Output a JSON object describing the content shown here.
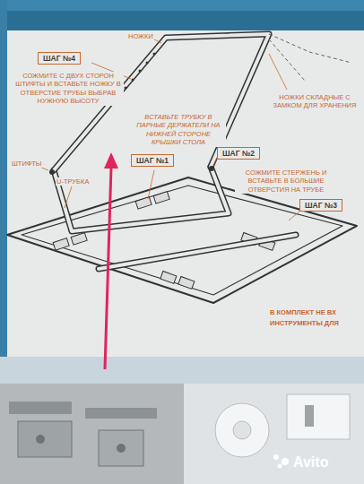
{
  "diagram": {
    "nodes": [
      {
        "text": [
          "ШАГ №4"
        ]
      },
      {
        "text": [
          "ШАГ №1"
        ]
      },
      {
        "text": [
          "ШАГ №2"
        ]
      },
      {
        "text": [
          "ШАГ №3"
        ]
      }
    ],
    "labels": [
      "НОЖКИ",
      "СОЖМИТЕ С ДВУХ СТОРОН ШТИФТЫ И ВСТАВЬТЕ НОЖКУ В ОТВЕРСТИЕ ТРУБЫ ВЫБРАВ НУЖНУЮ ВЫСОТУ",
      "НОЖКИ СКЛАДНЫЕ С ЗАМКОМ ДЛЯ ХРАНЕНИЯ",
      "ВСТАВЬТЕ ТРУБКУ В ПАРНЫЕ ДЕРЖАТЕЛИ НА НИЖНЕЙ СТОРОНЕ КРЫШКИ СТОЛА",
      "СОЖМИТЕ СТЕРЖЕНЬ И ВСТАВЬТЕ В БОЛЬШИЕ ОТВЕРСТИЯ НА ТРУБЕ",
      "ШТИФТЫ",
      "U-ТРУБКА",
      "В КОМПЛЕКТ НЕ ВХ",
      "ИНСТРУМЕНТЫ ДЛЯ",
      "Avito"
    ]
  }
}
